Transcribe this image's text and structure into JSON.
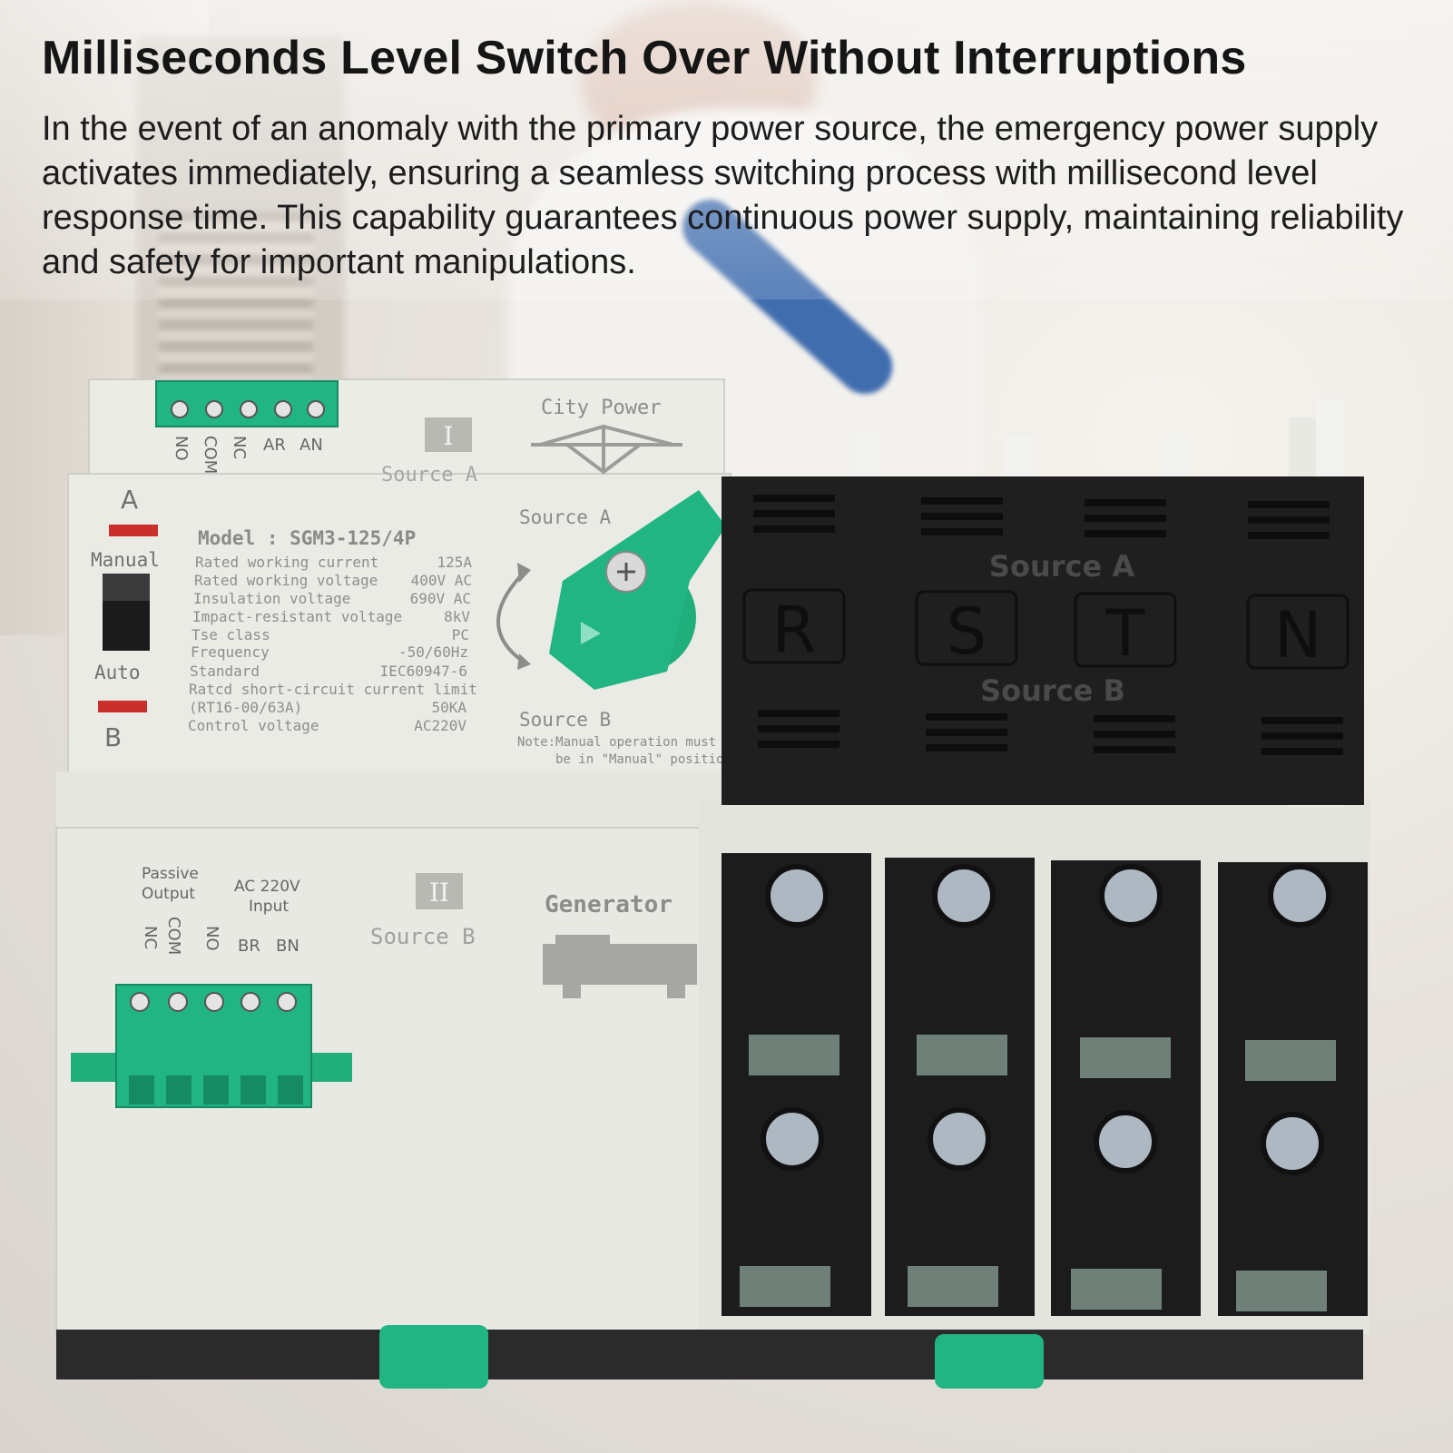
{
  "banner": {
    "title": "Milliseconds Level Switch Over Without Interruptions",
    "description": "In the event of an anomaly with the primary power source, the emergency power supply activates immediately, ensuring a seamless switching process with millisecond level response time. This capability guarantees continuous power supply, maintaining reliability and safety for important manipulations."
  },
  "device": {
    "model": "Model : SGM3-125/4P",
    "specs": [
      {
        "label": "Rated working current",
        "value": "125A"
      },
      {
        "label": "Rated working voltage",
        "value": "400V AC"
      },
      {
        "label": "Insulation voltage",
        "value": "690V AC"
      },
      {
        "label": "Impact-resistant voltage",
        "value": "8kV"
      },
      {
        "label": "Tse class",
        "value": "PC"
      },
      {
        "label": "Frequency",
        "value": "-50/60Hz"
      },
      {
        "label": "Standard",
        "value": "IEC60947-6"
      },
      {
        "label": "Ratcd short-circuit current limit",
        "value": ""
      },
      {
        "label": "(RT16-00/63A)",
        "value": "50KA"
      },
      {
        "label": "Control voltage",
        "value": "AC220V"
      }
    ],
    "letter_a": "A",
    "letter_b": "B",
    "manual_label": "Manual",
    "auto_label": "Auto",
    "source_a_label": "Source A",
    "source_b_label": "Source B",
    "note_line1": "Note:Manual operation must",
    "note_line2": "be in \"Manual\" position",
    "city_power": "City Power",
    "source_a_top": "Source A",
    "roman_1": "I",
    "roman_2": "II",
    "generator": "Generator",
    "source_b_mid": "Source B",
    "top_terminals": [
      "NO",
      "COM",
      "NC",
      "AR",
      "AN"
    ],
    "passive_output": [
      "Passive",
      "Output"
    ],
    "ac_input": [
      "AC 220V",
      "Input"
    ],
    "bottom_terminals": [
      "NC",
      "COM",
      "NO",
      "BR",
      "BN"
    ],
    "cover_source_a": "Source A",
    "cover_source_b": "Source B",
    "phases": [
      "R",
      "S",
      "T",
      "N"
    ]
  },
  "colors": {
    "housing": "#e8e8e3",
    "cover": "#1f1f1f",
    "accent_green": "#21b583",
    "indicator_red": "#c9302c"
  }
}
